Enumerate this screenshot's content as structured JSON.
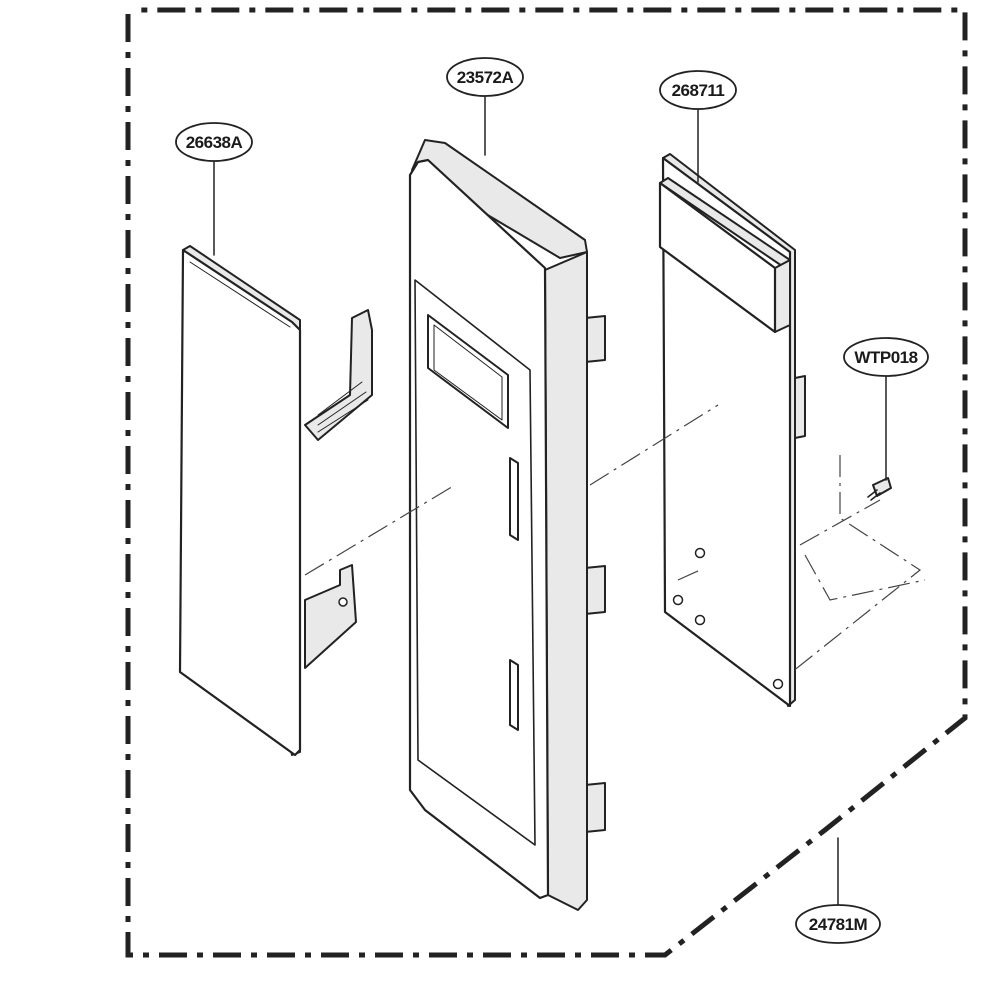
{
  "diagram": {
    "assembly_label": "24781M",
    "parts": [
      {
        "id": "control-panel-assembly",
        "label": "23572A"
      },
      {
        "id": "membrane-switch",
        "label": "26638A"
      },
      {
        "id": "pcb-assembly",
        "label": "268711"
      },
      {
        "id": "screw",
        "label": "WTP018"
      }
    ],
    "colors": {
      "line": "#222222",
      "background": "#ffffff",
      "shade": "#e9e9e9"
    }
  }
}
